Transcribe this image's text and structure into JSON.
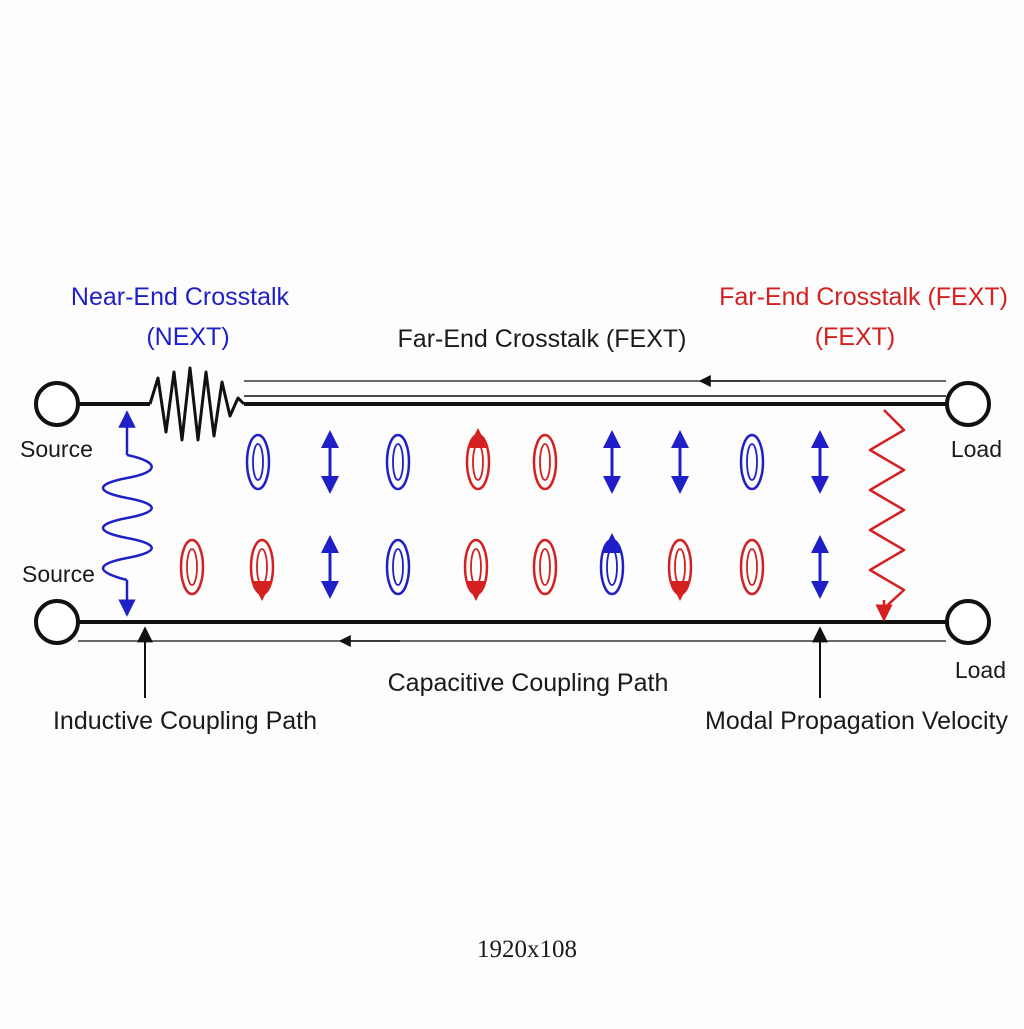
{
  "labels": {
    "next_title_line1": "Near-End Crosstalk",
    "next_title_line2": "(NEXT)",
    "fext_right_line1": "Far-End Crosstalk (FEXT)",
    "fext_right_line2": "(FEXT)",
    "fext_center": "Far-End Crosstalk (FEXT)",
    "source_top": "Source",
    "source_bottom": "Source",
    "load_top": "Load",
    "load_bottom": "Load",
    "capacitive_path": "Capacitive Coupling Path",
    "inductive_path": "Inductive Coupling Path",
    "modal_velocity": "Modal Propagation Velocity",
    "footer": "1920x108"
  },
  "colors": {
    "line": "#111111",
    "blue": "#1f1fc8",
    "red": "#d42020",
    "text": "#1a1a1a",
    "background": "#fdfdfd"
  },
  "top_row_symbols": [
    "blue-loop",
    "blue-double-arrow",
    "blue-loop",
    "red-up-arrow-loop",
    "red-loop",
    "blue-double-arrow",
    "blue-double-arrow",
    "blue-loop",
    "blue-double-arrow"
  ],
  "bottom_row_symbols": [
    "red-loop",
    "red-down-arrow-loop",
    "blue-double-arrow",
    "blue-loop",
    "red-down-arrow-loop",
    "red-loop",
    "blue-up-arrow-loop",
    "red-down-arrow-loop",
    "red-loop",
    "blue-double-arrow"
  ]
}
